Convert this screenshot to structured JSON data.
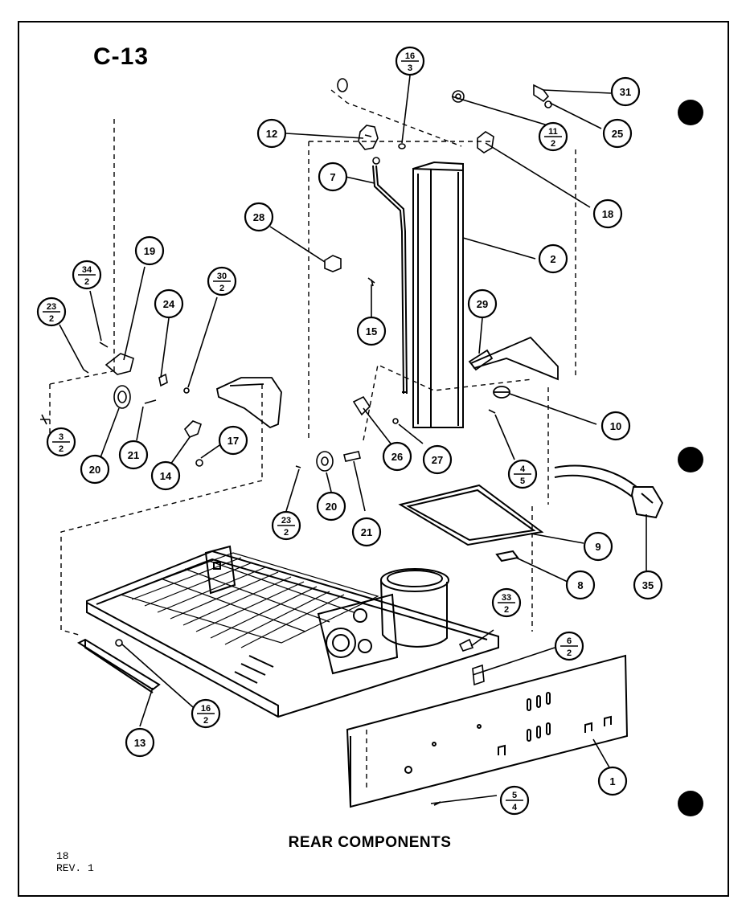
{
  "page_code": "C-13",
  "caption": "REAR COMPONENTS",
  "page_number": "18",
  "revision": "REV. 1",
  "callouts": [
    {
      "id": "c12",
      "top": "12",
      "bottom": null
    },
    {
      "id": "c16a",
      "top": "16",
      "bottom": "3"
    },
    {
      "id": "c31",
      "top": "31",
      "bottom": null
    },
    {
      "id": "c25",
      "top": "25",
      "bottom": null
    },
    {
      "id": "c11",
      "top": "11",
      "bottom": "2"
    },
    {
      "id": "c18",
      "top": "18",
      "bottom": null
    },
    {
      "id": "c7",
      "top": "7",
      "bottom": null
    },
    {
      "id": "c28",
      "top": "28",
      "bottom": null
    },
    {
      "id": "c2",
      "top": "2",
      "bottom": null
    },
    {
      "id": "c15",
      "top": "15",
      "bottom": null
    },
    {
      "id": "c29",
      "top": "29",
      "bottom": null
    },
    {
      "id": "c19",
      "top": "19",
      "bottom": null
    },
    {
      "id": "c34",
      "top": "34",
      "bottom": "2"
    },
    {
      "id": "c23a",
      "top": "23",
      "bottom": "2"
    },
    {
      "id": "c24",
      "top": "24",
      "bottom": null
    },
    {
      "id": "c30",
      "top": "30",
      "bottom": "2"
    },
    {
      "id": "c10",
      "top": "10",
      "bottom": null
    },
    {
      "id": "c3",
      "top": "3",
      "bottom": "2"
    },
    {
      "id": "c20a",
      "top": "20",
      "bottom": null
    },
    {
      "id": "c21a",
      "top": "21",
      "bottom": null
    },
    {
      "id": "c14",
      "top": "14",
      "bottom": null
    },
    {
      "id": "c17",
      "top": "17",
      "bottom": null
    },
    {
      "id": "c26",
      "top": "26",
      "bottom": null
    },
    {
      "id": "c27",
      "top": "27",
      "bottom": null
    },
    {
      "id": "c4",
      "top": "4",
      "bottom": "5"
    },
    {
      "id": "c23b",
      "top": "23",
      "bottom": "2"
    },
    {
      "id": "c20b",
      "top": "20",
      "bottom": null
    },
    {
      "id": "c21b",
      "top": "21",
      "bottom": null
    },
    {
      "id": "c9",
      "top": "9",
      "bottom": null
    },
    {
      "id": "c8",
      "top": "8",
      "bottom": null
    },
    {
      "id": "c35",
      "top": "35",
      "bottom": null
    },
    {
      "id": "c33",
      "top": "33",
      "bottom": "2"
    },
    {
      "id": "c6",
      "top": "6",
      "bottom": "2"
    },
    {
      "id": "c13",
      "top": "13",
      "bottom": null
    },
    {
      "id": "c16b",
      "top": "16",
      "bottom": "2"
    },
    {
      "id": "c1",
      "top": "1",
      "bottom": null
    },
    {
      "id": "c5",
      "top": "5",
      "bottom": "4"
    }
  ]
}
